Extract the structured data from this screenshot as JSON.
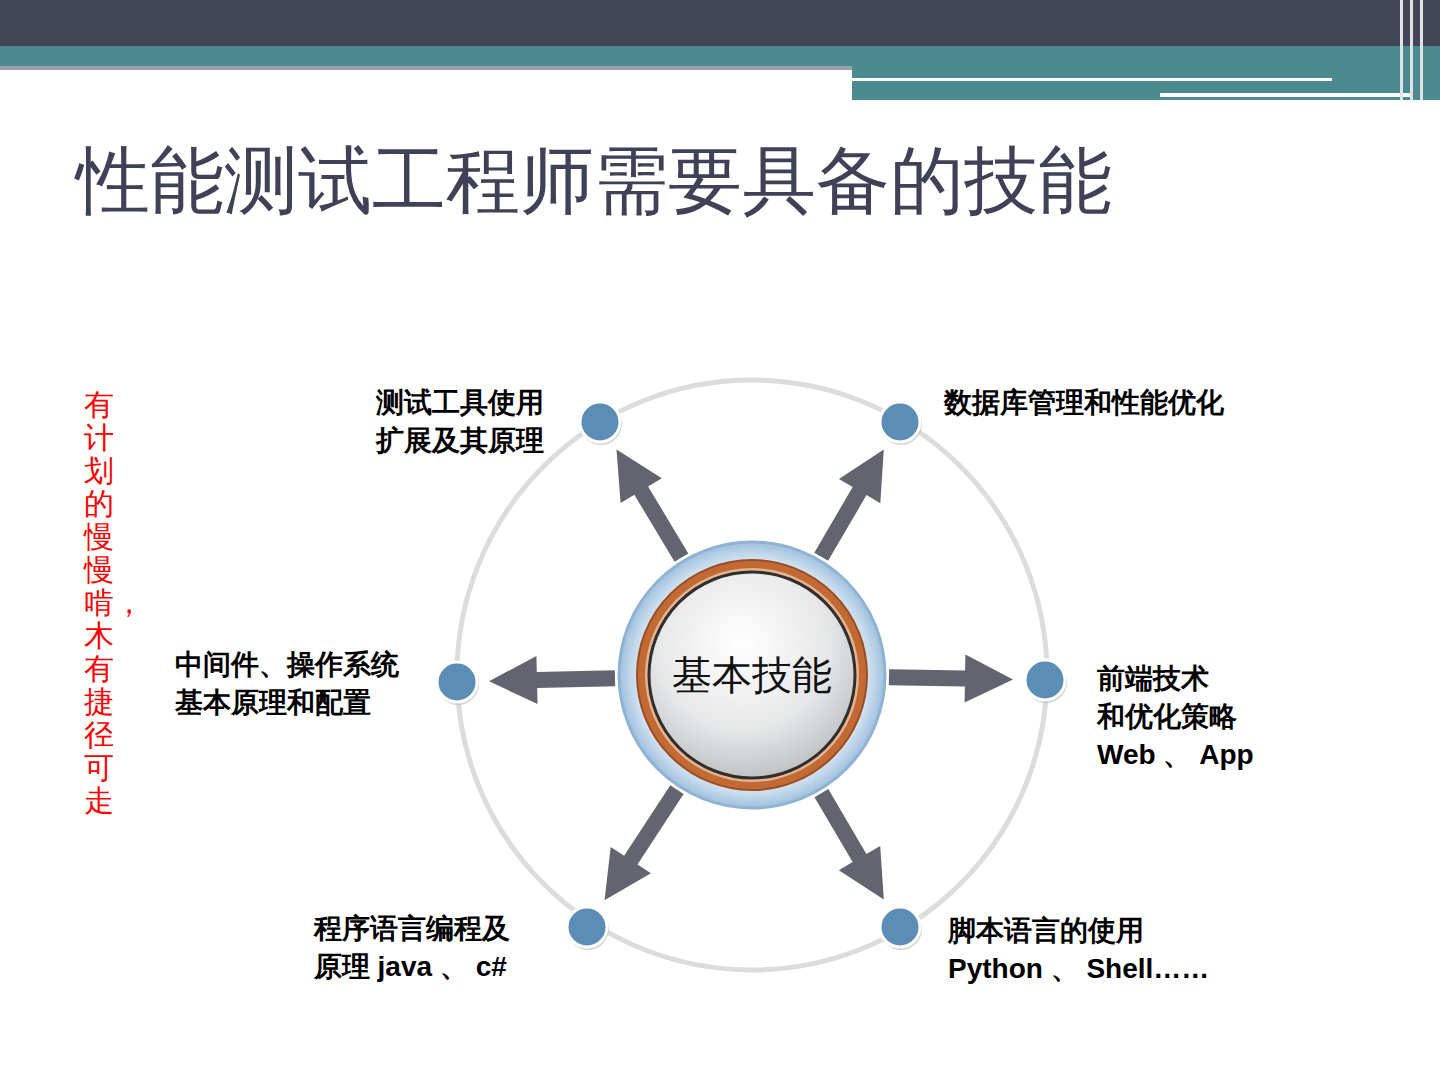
{
  "diagram": {
    "title": "性能测试工程师需要具备的技能",
    "nodes": [
      {
        "text": [
          "测试工具使用 扩展及其原理"
        ]
      },
      {
        "text": [
          "数据库管理和性能优化"
        ]
      },
      {
        "text": [
          "中间件、操作系统 基本原理和配置"
        ]
      },
      {
        "text": [
          "基本技能"
        ]
      },
      {
        "text": [
          "前端技术 和优化策略 Web 、 App"
        ]
      },
      {
        "text": [
          "程序语言编程及 原理 java 、 c#"
        ]
      },
      {
        "text": [
          "脚本语言的使用 Python 、 Shell……"
        ]
      }
    ],
    "edges": [
      {
        "from": 3,
        "to": 0,
        "arrow": "to"
      },
      {
        "from": 3,
        "to": 1,
        "arrow": "to"
      },
      {
        "from": 3,
        "to": 2,
        "arrow": "to"
      },
      {
        "from": 3,
        "to": 4,
        "arrow": "to"
      },
      {
        "from": 3,
        "to": 5,
        "arrow": "to"
      },
      {
        "from": 3,
        "to": 6,
        "arrow": "to"
      }
    ],
    "labels": [
      "有计划的慢慢啃，木有捷径可走"
    ]
  }
}
